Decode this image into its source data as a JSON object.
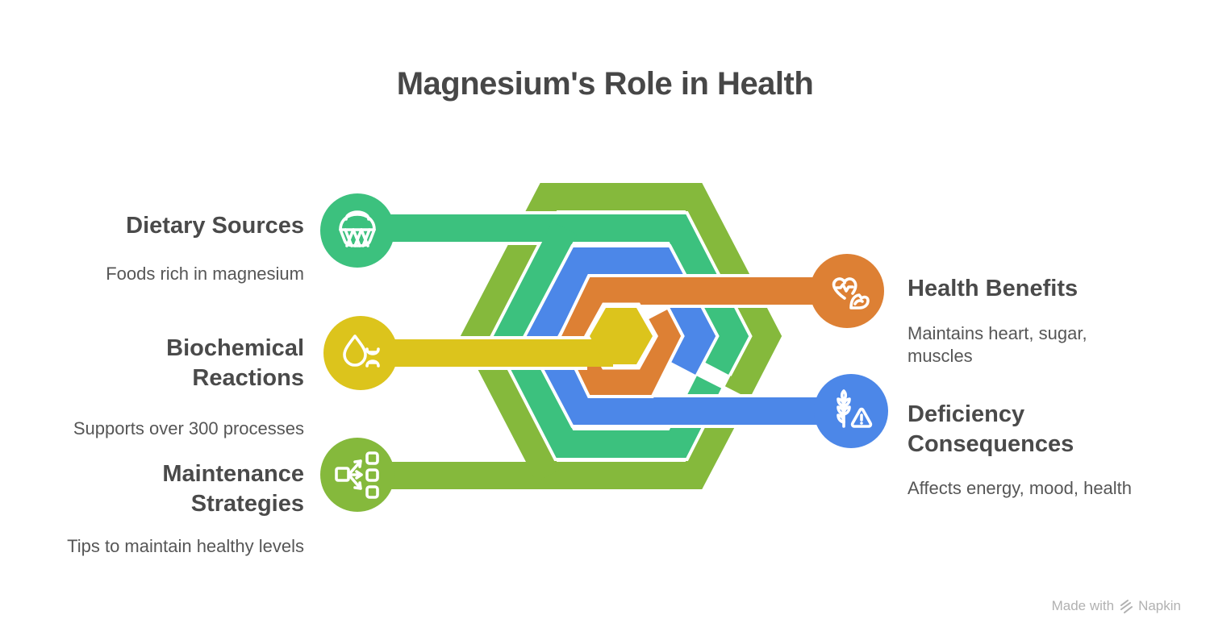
{
  "title": "Magnesium's Role in Health",
  "nodes": [
    {
      "id": "dietary-sources",
      "title": "Dietary Sources",
      "description": "Foods rich in magnesium",
      "color": "#3cc17e",
      "icon": "basket",
      "side": "left"
    },
    {
      "id": "biochemical-reactions",
      "title": "Biochemical Reactions",
      "description": "Supports over 300 processes",
      "color": "#dcc41c",
      "icon": "droplet-dna",
      "side": "left"
    },
    {
      "id": "maintenance-strategies",
      "title": "Maintenance Strategies",
      "description": "Tips to maintain healthy levels",
      "color": "#85b93c",
      "icon": "branch-distribution",
      "side": "left"
    },
    {
      "id": "health-benefits",
      "title": "Health Benefits",
      "description": "Maintains heart, sugar, muscles",
      "color": "#dd8034",
      "icon": "heart-muscle",
      "side": "right"
    },
    {
      "id": "deficiency-consequences",
      "title": "Deficiency Consequences",
      "description": "Affects energy, mood, health",
      "color": "#4c87e8",
      "icon": "wheat-warning",
      "side": "right"
    }
  ],
  "colors": {
    "lime": "#85b93c",
    "teal": "#3cc17e",
    "blue": "#4c87e8",
    "orange": "#dd8034",
    "yellow": "#dcc41c",
    "title_text": "#474747",
    "heading_text": "#4a4a4a",
    "body_text": "#565656",
    "watermark_text": "#b1b1b1",
    "background": "#ffffff"
  },
  "watermark": {
    "prefix": "Made with",
    "brand": "Napkin"
  }
}
